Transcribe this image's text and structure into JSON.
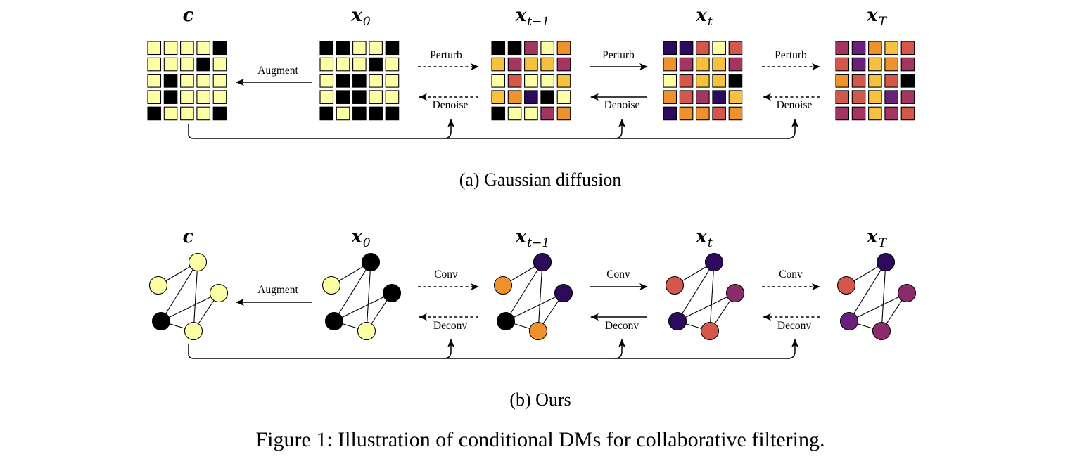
{
  "colors": {
    "black": "#000000",
    "yellow": "#fcffa4",
    "gold": "#f6c23d",
    "orange": "#f0922c",
    "red_orange": "#d3574a",
    "magenta": "#a33560",
    "plum": "#8a2c6b",
    "purple": "#6a1f7a",
    "indigo": "#2d0a5c"
  },
  "panel_a": {
    "caption": "(a) Gaussian diffusion",
    "stages": [
      {
        "label": "c",
        "sub": ""
      },
      {
        "label": "x",
        "sub": "0"
      },
      {
        "label": "x",
        "sub": "t−1"
      },
      {
        "label": "x",
        "sub": "t"
      },
      {
        "label": "x",
        "sub": "T"
      }
    ],
    "augment_label": "Augment",
    "forward_label": "Perturb",
    "reverse_label": "Denoise",
    "grids": [
      [
        [
          "yellow",
          "yellow",
          "yellow",
          "yellow",
          "black"
        ],
        [
          "yellow",
          "yellow",
          "yellow",
          "black",
          "yellow"
        ],
        [
          "yellow",
          "black",
          "yellow",
          "yellow",
          "yellow"
        ],
        [
          "yellow",
          "black",
          "yellow",
          "yellow",
          "yellow"
        ],
        [
          "black",
          "yellow",
          "yellow",
          "yellow",
          "black"
        ]
      ],
      [
        [
          "black",
          "black",
          "yellow",
          "yellow",
          "black"
        ],
        [
          "yellow",
          "yellow",
          "yellow",
          "black",
          "yellow"
        ],
        [
          "yellow",
          "black",
          "black",
          "yellow",
          "yellow"
        ],
        [
          "yellow",
          "black",
          "black",
          "yellow",
          "yellow"
        ],
        [
          "black",
          "yellow",
          "black",
          "black",
          "black"
        ]
      ],
      [
        [
          "black",
          "black",
          "magenta",
          "yellow",
          "orange"
        ],
        [
          "gold",
          "magenta",
          "gold",
          "gold",
          "magenta"
        ],
        [
          "yellow",
          "red_orange",
          "yellow",
          "yellow",
          "gold"
        ],
        [
          "gold",
          "orange",
          "indigo",
          "black",
          "yellow"
        ],
        [
          "black",
          "yellow",
          "yellow",
          "magenta",
          "orange"
        ]
      ],
      [
        [
          "indigo",
          "indigo",
          "red_orange",
          "yellow",
          "red_orange"
        ],
        [
          "orange",
          "magenta",
          "gold",
          "gold",
          "magenta"
        ],
        [
          "yellow",
          "red_orange",
          "gold",
          "gold",
          "black"
        ],
        [
          "orange",
          "red_orange",
          "magenta",
          "indigo",
          "gold"
        ],
        [
          "indigo",
          "orange",
          "orange",
          "red_orange",
          "orange"
        ]
      ],
      [
        [
          "magenta",
          "purple",
          "orange",
          "gold",
          "red_orange"
        ],
        [
          "red_orange",
          "purple",
          "gold",
          "orange",
          "magenta"
        ],
        [
          "orange",
          "red_orange",
          "gold",
          "red_orange",
          "black"
        ],
        [
          "red_orange",
          "red_orange",
          "gold",
          "purple",
          "magenta"
        ],
        [
          "magenta",
          "magenta",
          "gold",
          "magenta",
          "red_orange"
        ]
      ]
    ]
  },
  "panel_b": {
    "caption": "(b) Ours",
    "stages": [
      {
        "label": "c",
        "sub": ""
      },
      {
        "label": "x",
        "sub": "0"
      },
      {
        "label": "x",
        "sub": "t−1"
      },
      {
        "label": "x",
        "sub": "t"
      },
      {
        "label": "x",
        "sub": "T"
      }
    ],
    "augment_label": "Augment",
    "forward_label": "Conv",
    "reverse_label": "Deconv",
    "graphs": [
      [
        "yellow",
        "yellow",
        "yellow",
        "black",
        "yellow"
      ],
      [
        "yellow",
        "black",
        "black",
        "black",
        "yellow"
      ],
      [
        "orange",
        "indigo",
        "indigo",
        "black",
        "orange"
      ],
      [
        "red_orange",
        "indigo",
        "plum",
        "indigo",
        "red_orange"
      ],
      [
        "red_orange",
        "indigo",
        "plum",
        "purple",
        "plum"
      ]
    ]
  },
  "figure_caption": "Figure 1: Illustration of conditional DMs for collaborative filtering."
}
